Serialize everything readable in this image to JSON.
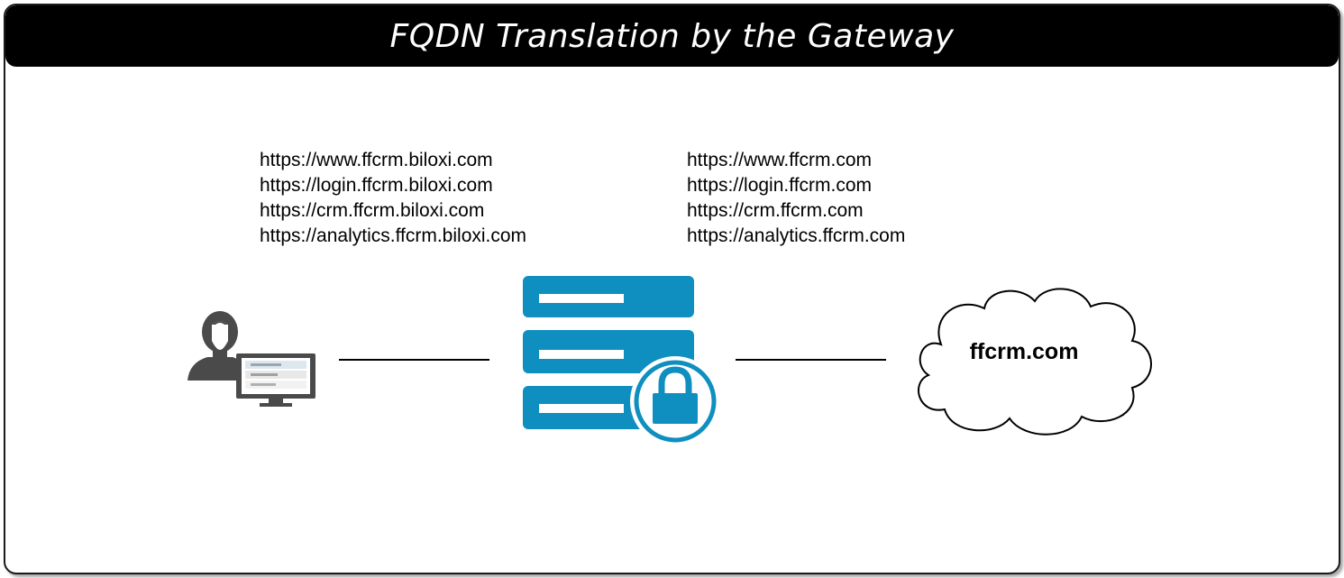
{
  "title": "FQDN Translation by the Gateway",
  "external_urls": [
    "https://www.ffcrm.biloxi.com",
    "https://login.ffcrm.biloxi.com",
    "https://crm.ffcrm.biloxi.com",
    "https://analytics.ffcrm.biloxi.com"
  ],
  "internal_urls": [
    "https://www.ffcrm.com",
    "https://login.ffcrm.com",
    "https://crm.ffcrm.com",
    "https://analytics.ffcrm.com"
  ],
  "nodes": {
    "user": {
      "icon": "user-workstation-icon"
    },
    "gateway": {
      "icon": "gateway-server-lock-icon",
      "color": "#0f8fbf"
    },
    "cloud": {
      "icon": "cloud-icon",
      "label": "ffcrm.com"
    }
  },
  "colors": {
    "title_bar": "#000000",
    "title_text": "#ffffff",
    "gateway_blue": "#0f8fbf",
    "user_gray": "#4a4a4a"
  }
}
